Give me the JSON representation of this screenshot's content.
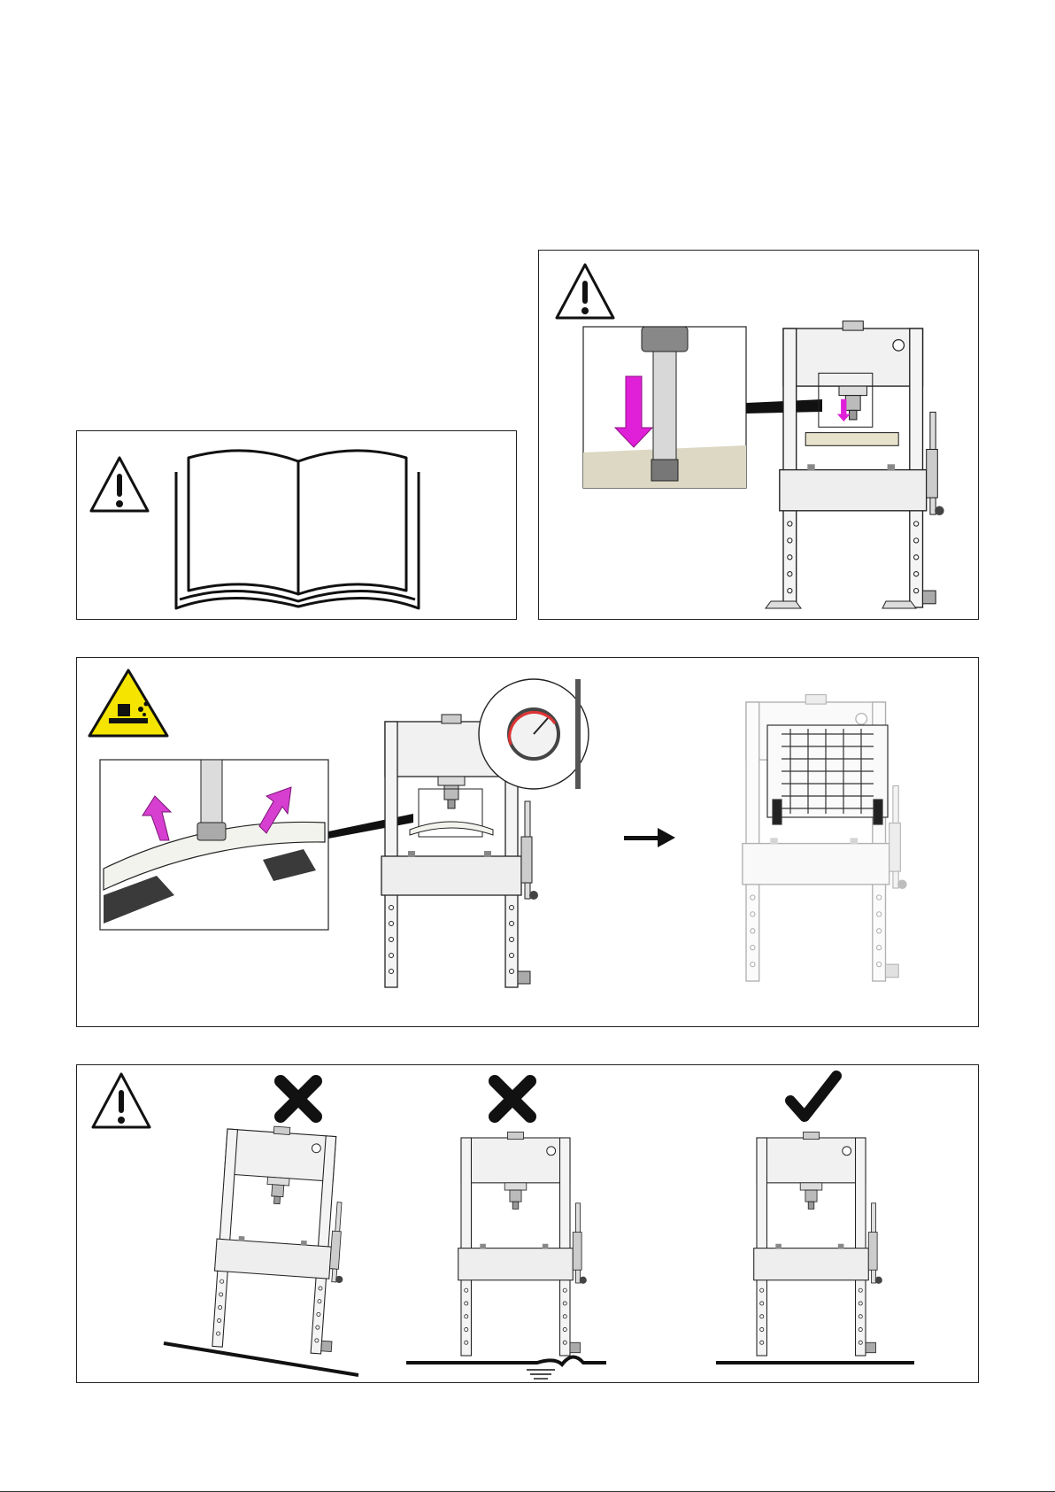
{
  "page": {
    "background": "#ffffff"
  },
  "panels": {
    "manual": {
      "icon": "warning-triangle-icon",
      "illustration": "open-book-icon"
    },
    "press": {
      "icon": "warning-triangle-icon",
      "illustration": "hydraulic-press-centered-load",
      "accent": "#e020d8"
    },
    "load": {
      "icon": "flying-debris-warning-icon",
      "accent_warning": "#f5e400",
      "accent_arrows": "#d63fd0",
      "illustration": "press-with-safety-guard"
    },
    "level": {
      "icon": "warning-triangle-icon",
      "cases": [
        {
          "mark": "wrong-x-icon",
          "surface": "sloped-floor"
        },
        {
          "mark": "wrong-x-icon",
          "surface": "uneven-wet-floor"
        },
        {
          "mark": "correct-check-icon",
          "surface": "level-floor"
        }
      ]
    }
  }
}
